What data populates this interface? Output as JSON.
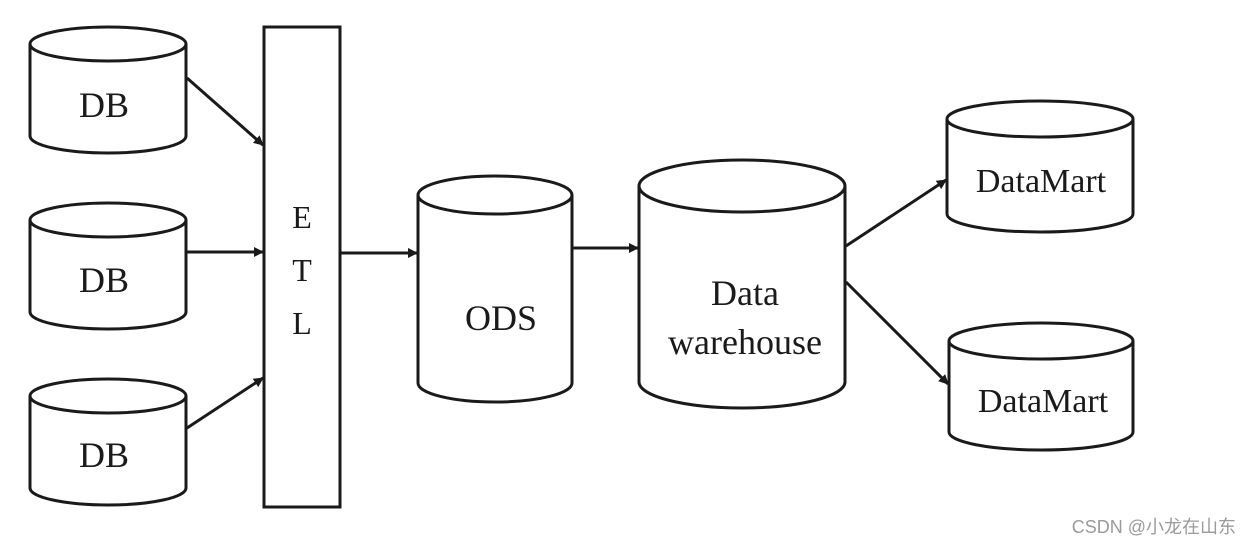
{
  "db_nodes": [
    "DB",
    "DB",
    "DB"
  ],
  "etl_letters": [
    "E",
    "T",
    "L"
  ],
  "ods_label": "ODS",
  "warehouse_label": [
    "Data",
    "warehouse"
  ],
  "datamart_nodes": [
    "DataMart",
    "DataMart"
  ],
  "watermark": "CSDN @小龙在山东",
  "colors": {
    "stroke": "#1a1a1a",
    "fill": "#ffffff",
    "watermark": "#9a9a9a"
  }
}
